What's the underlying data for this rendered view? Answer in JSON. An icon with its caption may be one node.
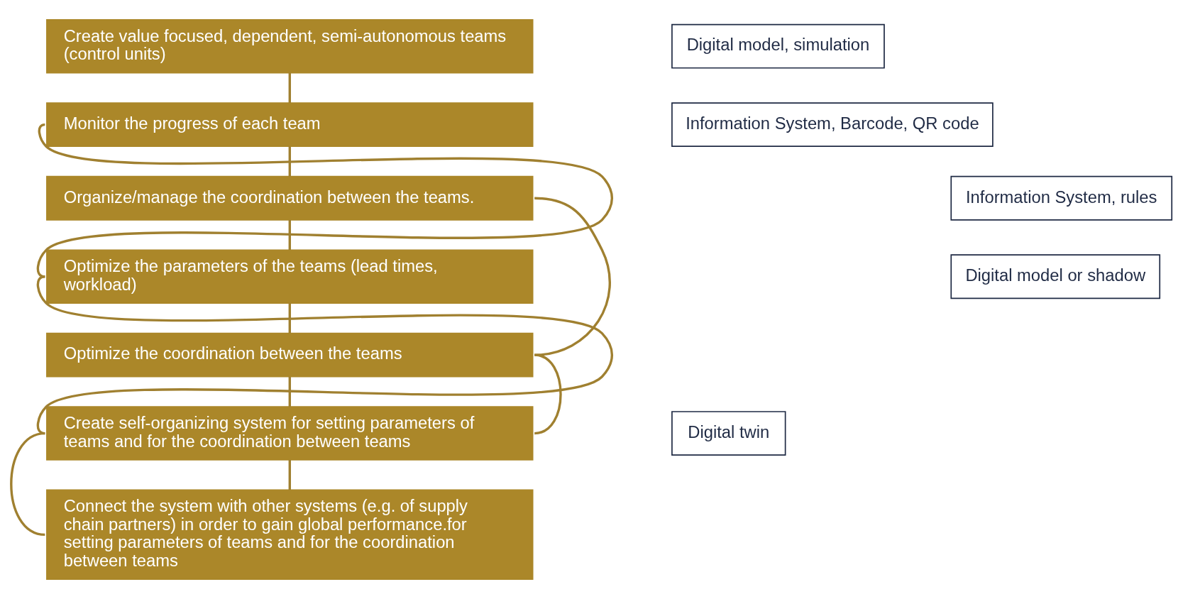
{
  "diagram": {
    "nodes": [
      {
        "text": [
          "Create value focused, dependent, semi-autonomous teams (control units)"
        ]
      },
      {
        "text": [
          "Monitor the progress of each team"
        ]
      },
      {
        "text": [
          "Organize/manage the coordination between the teams."
        ]
      },
      {
        "text": [
          "Optimize the parameters of the teams (lead times, workload)"
        ]
      },
      {
        "text": [
          "Optimize the coordination between the teams"
        ]
      },
      {
        "text": [
          "Create self-organizing system for setting parameters of teams and for the coordination between teams"
        ]
      },
      {
        "text": [
          "Connect the system with other systems (e.g. of supply chain partners) in order to gain global performance.for setting parameters of teams and for the coordination between teams"
        ]
      },
      {
        "text": [
          "Digital model, simulation"
        ]
      },
      {
        "text": [
          "Information System, Barcode, QR code"
        ]
      },
      {
        "text": [
          "Information System, rules"
        ]
      },
      {
        "text": [
          "Digital model or shadow"
        ]
      },
      {
        "text": [
          "Digital twin"
        ]
      }
    ],
    "edges": [
      {
        "from": 0,
        "to": 1,
        "arrow": "none"
      },
      {
        "from": 1,
        "to": 2,
        "arrow": "none"
      },
      {
        "from": 2,
        "to": 3,
        "arrow": "none"
      },
      {
        "from": 3,
        "to": 4,
        "arrow": "none"
      },
      {
        "from": 4,
        "to": 5,
        "arrow": "none"
      },
      {
        "from": 5,
        "to": 6,
        "arrow": "none"
      },
      {
        "from": 1,
        "to": 3,
        "arrow": "none"
      },
      {
        "from": 2,
        "to": 4,
        "arrow": "none"
      },
      {
        "from": 3,
        "to": 5,
        "arrow": "none"
      },
      {
        "from": 4,
        "to": 5,
        "arrow": "none"
      },
      {
        "from": 5,
        "to": 6,
        "arrow": "none"
      }
    ]
  }
}
